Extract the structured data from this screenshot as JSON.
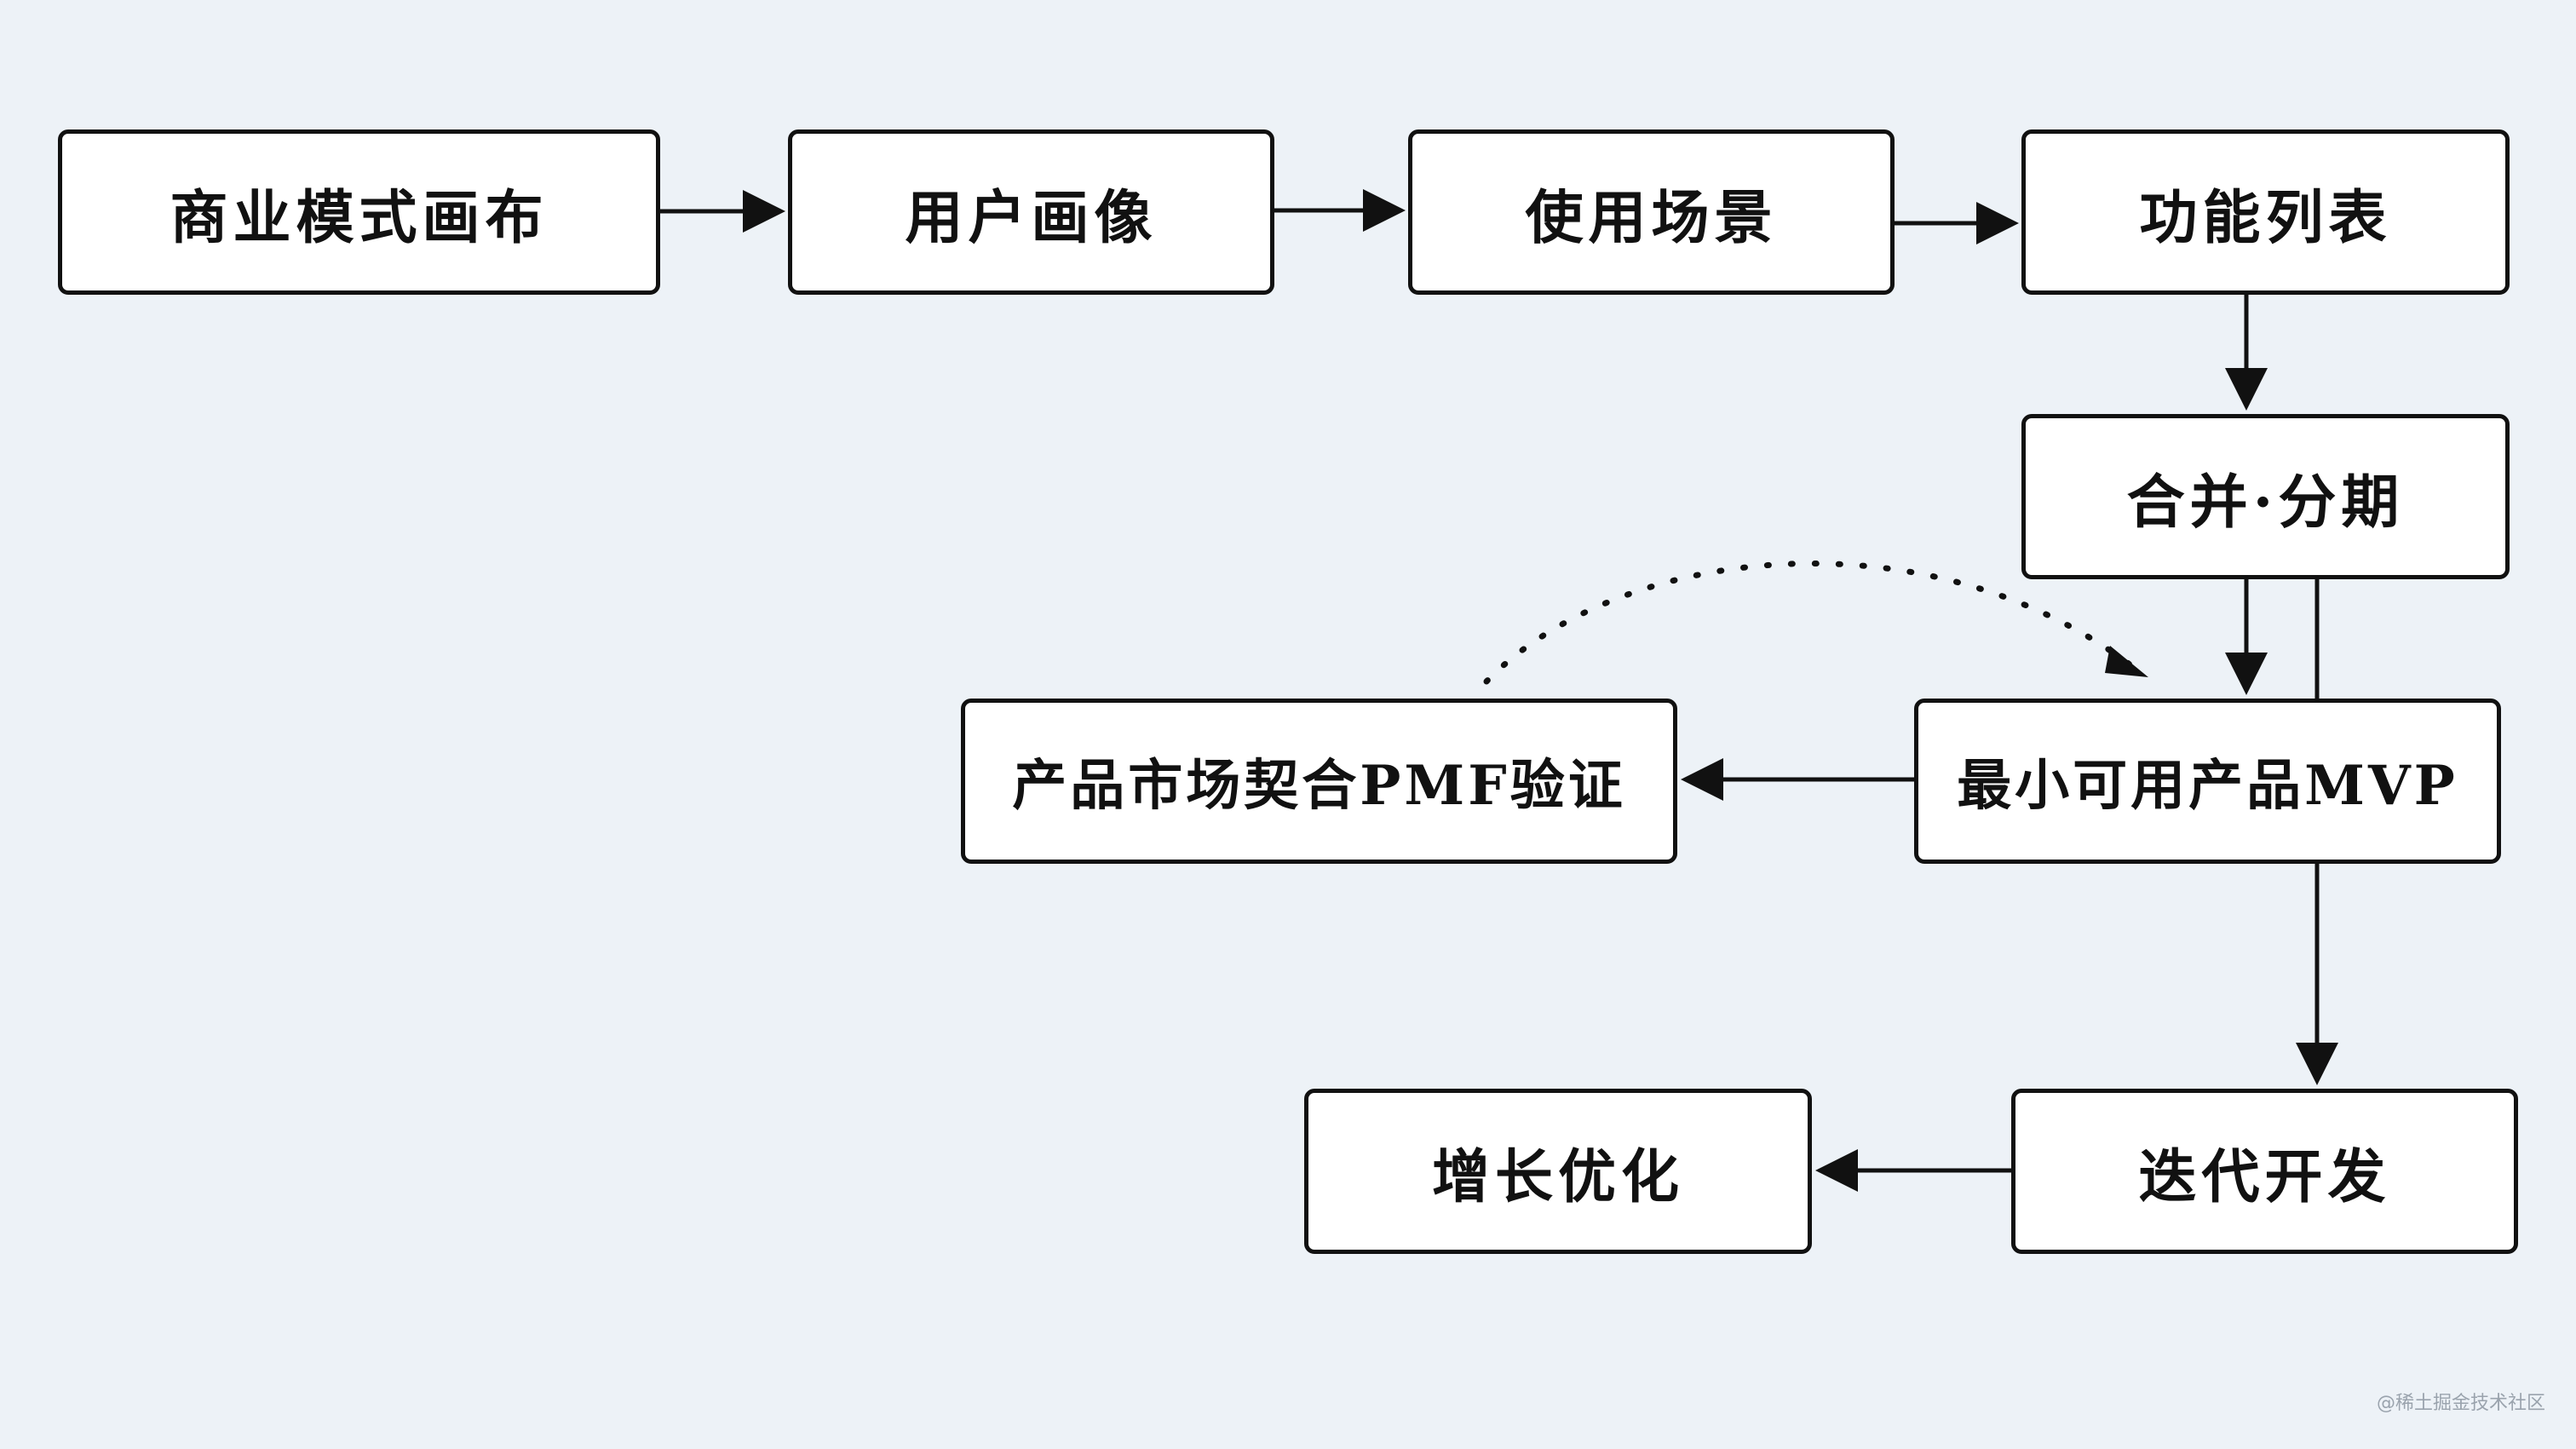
{
  "diagram": {
    "nodes": [
      {
        "id": "n1",
        "label": "商业模式画布"
      },
      {
        "id": "n2",
        "label": "用户画像"
      },
      {
        "id": "n3",
        "label": "使用场景"
      },
      {
        "id": "n4",
        "label": "功能列表"
      },
      {
        "id": "n5",
        "label": "合并·分期"
      },
      {
        "id": "n6",
        "label": "最小可用产品MVP"
      },
      {
        "id": "n7",
        "label": "产品市场契合PMF验证"
      },
      {
        "id": "n8",
        "label": "迭代开发"
      },
      {
        "id": "n9",
        "label": "增长优化"
      }
    ],
    "edges": [
      {
        "from": "n1",
        "to": "n2",
        "style": "solid"
      },
      {
        "from": "n2",
        "to": "n3",
        "style": "solid"
      },
      {
        "from": "n3",
        "to": "n4",
        "style": "solid"
      },
      {
        "from": "n4",
        "to": "n5",
        "style": "solid"
      },
      {
        "from": "n5",
        "to": "n6",
        "style": "solid"
      },
      {
        "from": "n6",
        "to": "n7",
        "style": "solid"
      },
      {
        "from": "n7",
        "to": "n6",
        "style": "dotted"
      },
      {
        "from": "n5",
        "to": "n8",
        "style": "solid"
      },
      {
        "from": "n8",
        "to": "n9",
        "style": "solid"
      }
    ]
  },
  "watermark": "@稀土掘金技术社区",
  "colors": {
    "background": "#edf2f7",
    "box_fill": "#ffffff",
    "stroke": "#111111"
  }
}
